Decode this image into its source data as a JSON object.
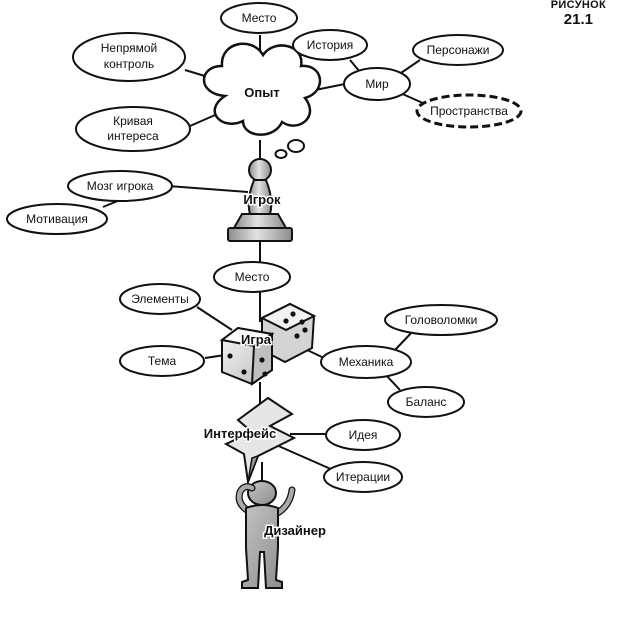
{
  "figure": {
    "caption": "РИСУНОК",
    "number": "21.1"
  },
  "hubs": {
    "experience": "Опыт",
    "player": "Игрок",
    "game": "Игра",
    "interface": "Интерфейс",
    "designer": "Дизайнер"
  },
  "nodes": {
    "place_top": "Место",
    "indirect_control": [
      "Непрямой",
      "контроль"
    ],
    "story": "История",
    "world": "Мир",
    "characters": "Персонажи",
    "spaces": "Пространства",
    "interest_curve": [
      "Кривая",
      "интереса"
    ],
    "player_brain": "Мозг игрока",
    "motivation": "Мотивация",
    "place_game": "Место",
    "elements": "Элементы",
    "theme": "Тема",
    "puzzles": "Головоломки",
    "mechanics": "Механика",
    "balance": "Баланс",
    "idea": "Идея",
    "iterations": "Итерации"
  },
  "colors": {
    "ink": "#111111",
    "pawn_light": "#d8d8d8",
    "pawn_dark": "#8c8c8c",
    "dice_face": "#e9e9e9",
    "designer_fill": "#a9a9a9"
  }
}
